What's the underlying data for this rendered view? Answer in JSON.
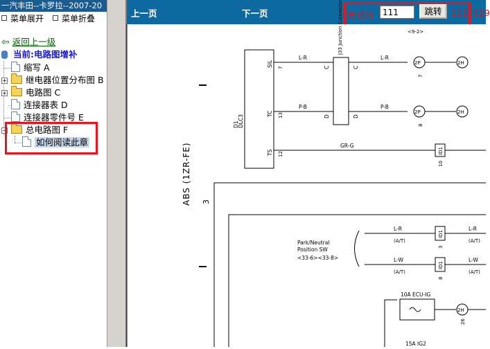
{
  "window_title": "一汽丰田--卡罗拉--2007-20",
  "menu": {
    "expand": "菜单展开",
    "collapse": "菜单折叠"
  },
  "tree": {
    "back": "返回上一级",
    "current": "当前:电路图增补",
    "items": [
      {
        "label": "缩写",
        "letter": "A",
        "type": "doc"
      },
      {
        "label": "继电器位置分布图",
        "letter": "B",
        "type": "folder"
      },
      {
        "label": "电路图",
        "letter": "C",
        "type": "folder"
      },
      {
        "label": "连接器表",
        "letter": "D",
        "type": "doc"
      },
      {
        "label": "连接器零件号",
        "letter": "E",
        "type": "doc"
      },
      {
        "label": "总电路图",
        "letter": "F",
        "type": "folder-open"
      },
      {
        "label": "如何阅读此章",
        "type": "doc"
      }
    ]
  },
  "toolbar": {
    "prev": "上一页",
    "next": "下一页",
    "current_label": "当前为",
    "page_value": "111",
    "jump": "跳转",
    "current_num": "111",
    "total_num": "119"
  },
  "diagram": {
    "system": "ABS (1ZR-FE)",
    "page_mark": "3",
    "dlc_label": "D1\nDLC3",
    "pins": [
      {
        "name": "SIL",
        "num": "7",
        "wire": "L-R",
        "j": "C",
        "conn": "2P",
        "cnum": "7",
        "end": "2H"
      },
      {
        "name": "TC",
        "num": "13",
        "wire": "P-B",
        "j": "D",
        "conn": "2P",
        "cnum": "8",
        "end": "2H"
      },
      {
        "name": "TS",
        "num": "12",
        "wire": "GR-G",
        "conn": "ID1",
        "cnum": "10"
      }
    ],
    "junction": "J33 Junction Connector",
    "top_ref": "<9-2>",
    "park": {
      "title": "Park/Neutral\nPosition SW",
      "ref": "<33-6><33-8>",
      "wires": [
        {
          "wire": "L-R",
          "sub": "(A/T)",
          "conn": "ID1",
          "cnum": "3"
        },
        {
          "wire": "L-W",
          "sub": "(A/T)",
          "conn": "ID1",
          "cnum": "8"
        }
      ]
    },
    "fuse1": "10A ECU-IG",
    "fuse2": "15A IG2",
    "fuse_conn": "2H",
    "fuse_num": "26"
  }
}
